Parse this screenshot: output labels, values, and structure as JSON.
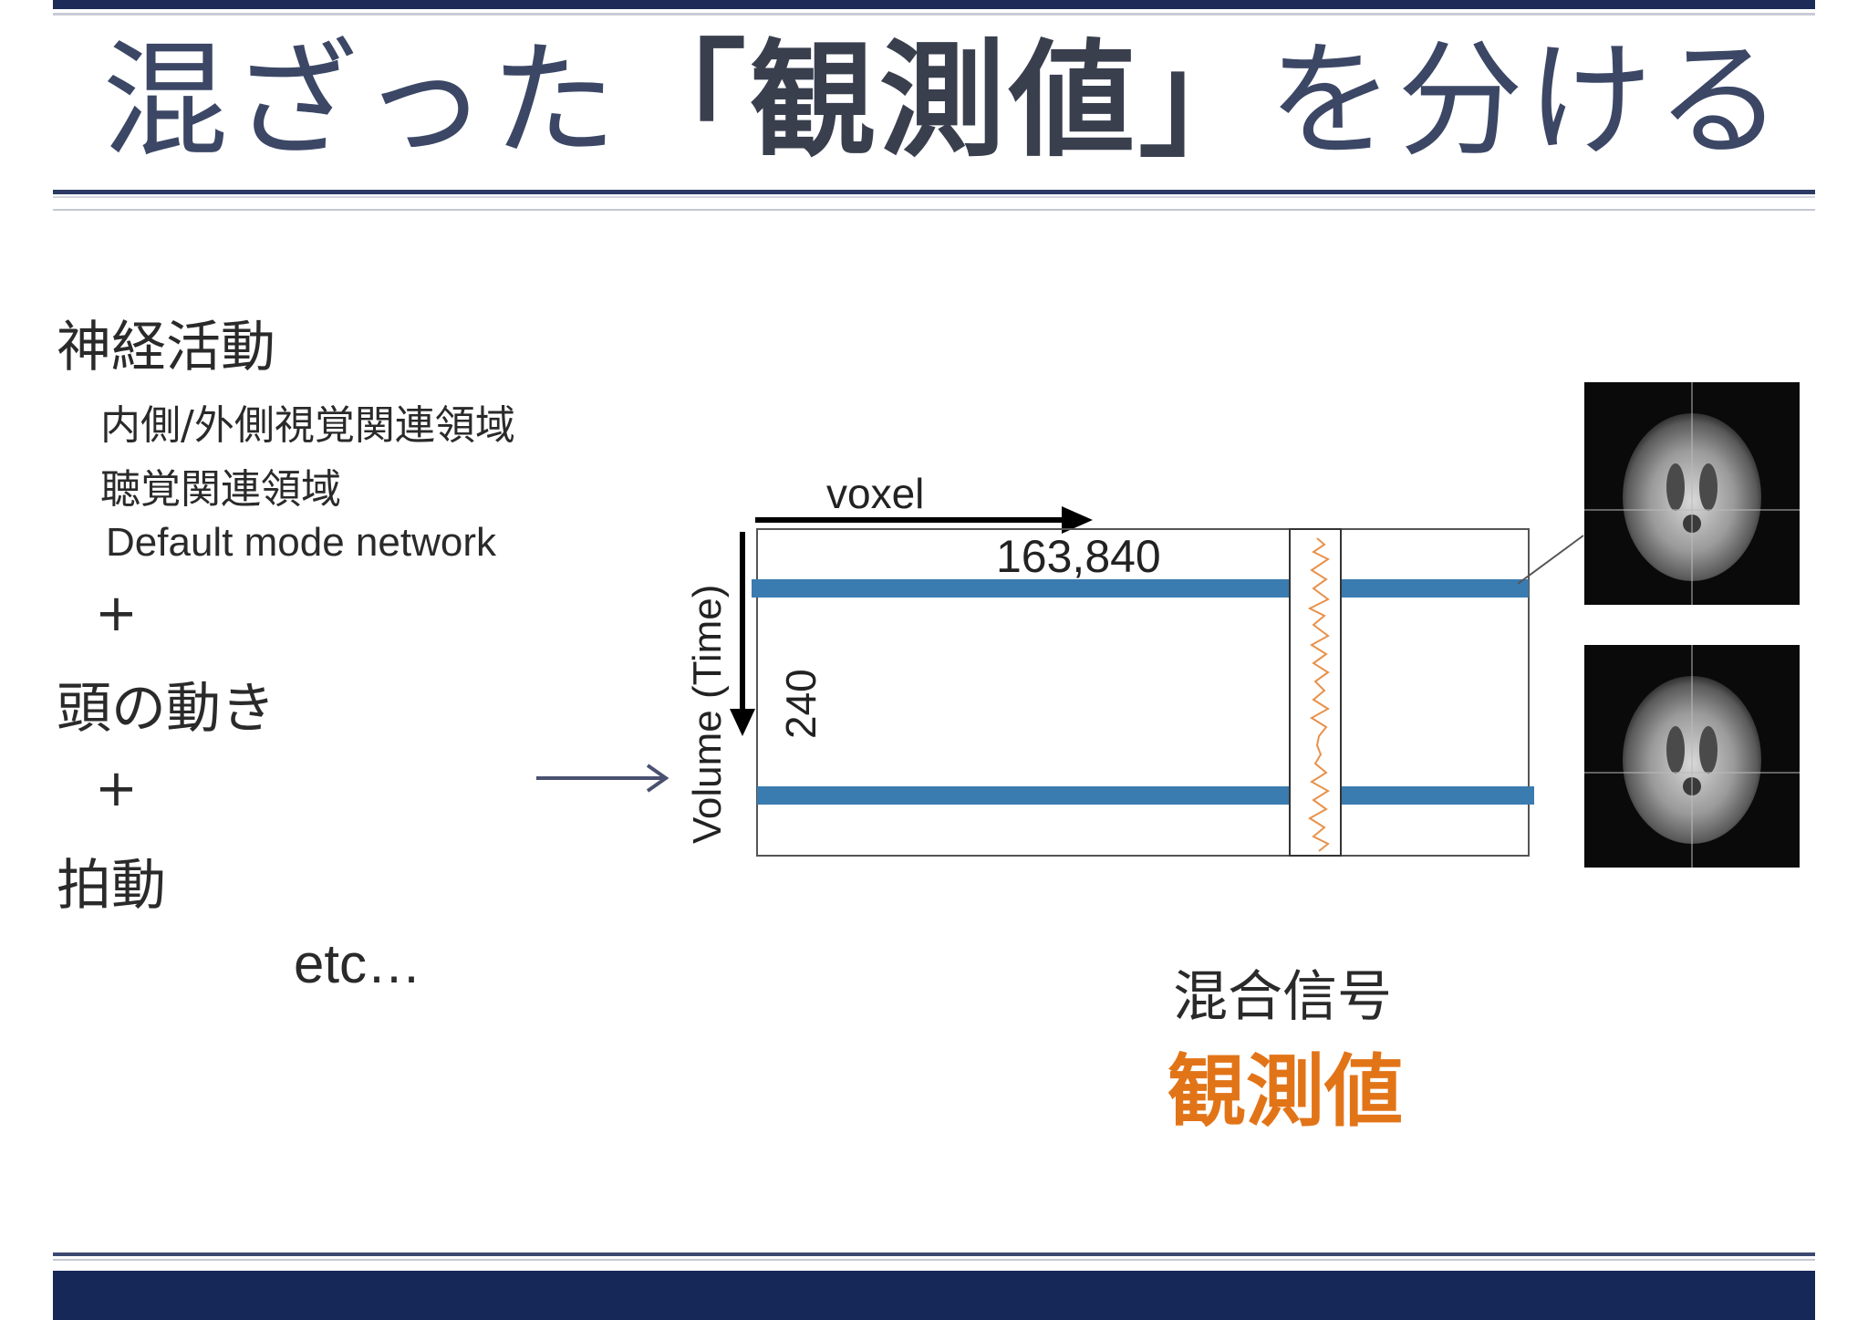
{
  "slide": {
    "title_before": "混ざった",
    "title_emph": "「観測値」",
    "title_after": "を分ける"
  },
  "left_list": {
    "neural_activity": "神経活動",
    "sub_items": [
      "内側/外側視覚関連領域",
      "聴覚関連領域",
      "Default mode network"
    ],
    "plus": "+",
    "head_motion": "頭の動き",
    "pulse": "拍動",
    "etc": "etc…"
  },
  "diagram": {
    "x_axis_label": "voxel",
    "x_count": "163,840",
    "y_axis_label": "Volume (Time)",
    "y_count": "240",
    "band_color": "#3a7bb0",
    "signal_color": "#e8914a"
  },
  "result": {
    "label": "混合信号",
    "emph": "観測値",
    "emph_color": "#e27418"
  }
}
